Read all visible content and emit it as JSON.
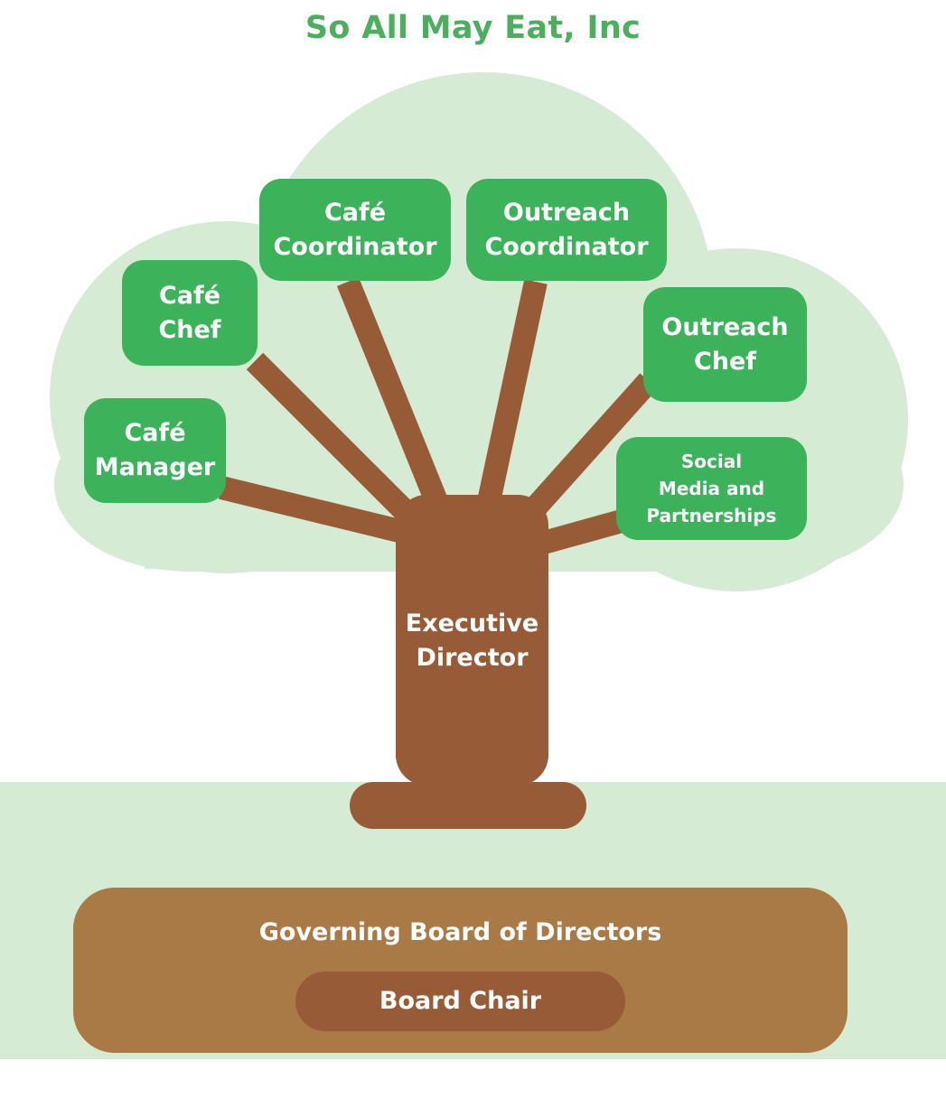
{
  "title": "So All May Eat, Inc",
  "colors": {
    "title": "#4caf5d",
    "canopy": "#d5ebd3",
    "leaf_box": "#3cb25a",
    "trunk": "#975c37",
    "ground": "#d5ebd3",
    "board": "#a97946",
    "chair": "#975c37",
    "text_on_shape": "#ffffff"
  },
  "roles": {
    "cafe_manager": [
      "Café",
      "Manager"
    ],
    "cafe_chef": [
      "Café",
      "Chef"
    ],
    "cafe_coordinator": [
      "Café",
      "Coordinator"
    ],
    "outreach_coordinator": [
      "Outreach",
      "Coordinator"
    ],
    "outreach_chef": [
      "Outreach",
      "Chef"
    ],
    "social_media": [
      "Social",
      "Media and",
      "Partnerships"
    ],
    "executive_director": [
      "Executive",
      "Director"
    ]
  },
  "board": {
    "label": "Governing Board of Directors",
    "chair_label": "Board Chair"
  }
}
